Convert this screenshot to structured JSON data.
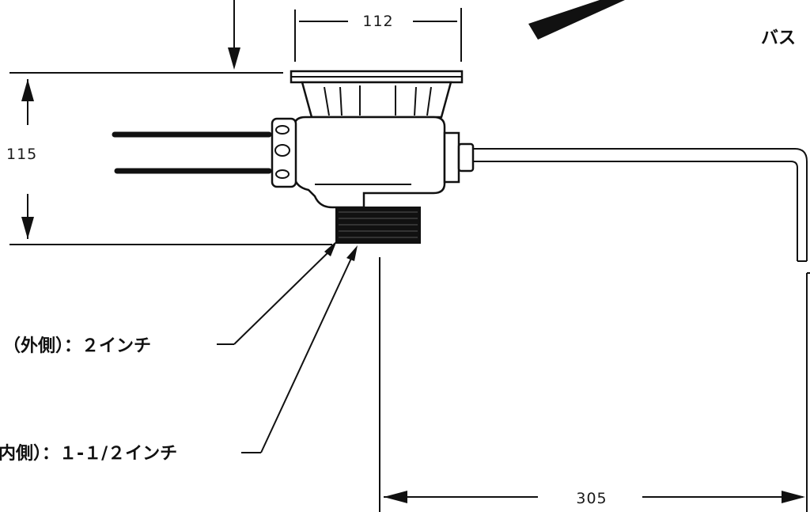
{
  "dimensions": {
    "width_top": "112",
    "height_left": "115",
    "length_bottom": "305"
  },
  "callouts": {
    "outer": "（外側）：２インチ",
    "inner": "内側）：１-１/２インチ",
    "top_right": "バス"
  }
}
